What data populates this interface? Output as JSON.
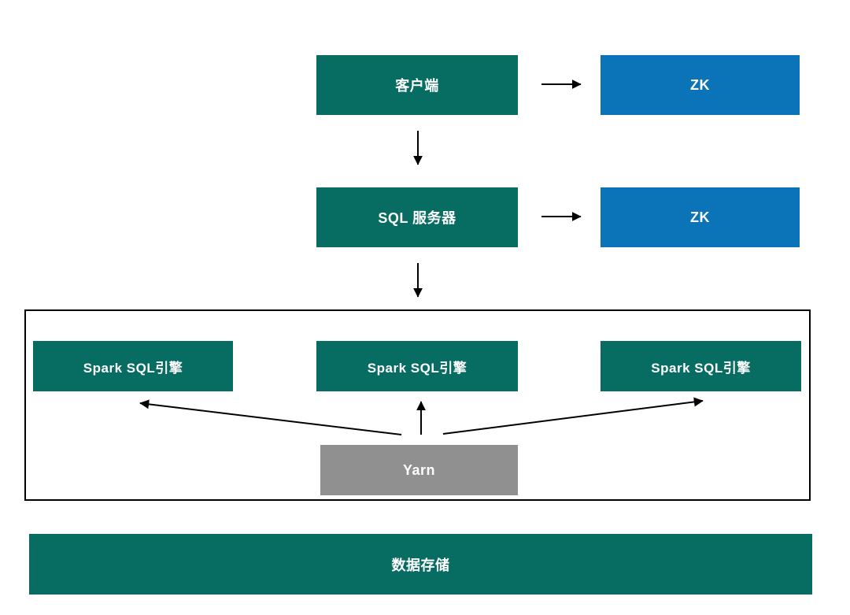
{
  "colors": {
    "node_teal": "#076C61",
    "node_blue": "#0B74B9",
    "node_gray": "#909090",
    "arrow": "#000000",
    "cluster_border": "#000000",
    "background": "#FFFFFF",
    "label_text": "#FFFFFF"
  },
  "nodes": {
    "client": {
      "label": "客户端",
      "color": "teal"
    },
    "zk_top": {
      "label": "ZK",
      "color": "blue"
    },
    "sql_server": {
      "label": "SQL 服务器",
      "color": "teal"
    },
    "zk_mid": {
      "label": "ZK",
      "color": "blue"
    },
    "spark_engine_1": {
      "label": "Spark SQL引擎",
      "color": "teal"
    },
    "spark_engine_2": {
      "label": "Spark SQL引擎",
      "color": "teal"
    },
    "spark_engine_3": {
      "label": "Spark SQL引擎",
      "color": "teal"
    },
    "yarn": {
      "label": "Yarn",
      "color": "gray"
    },
    "data_storage": {
      "label": "数据存储",
      "color": "teal"
    }
  },
  "edges": [
    {
      "from": "client",
      "to": "zk_top",
      "direction": "right"
    },
    {
      "from": "client",
      "to": "sql_server",
      "direction": "down"
    },
    {
      "from": "sql_server",
      "to": "zk_mid",
      "direction": "right"
    },
    {
      "from": "sql_server",
      "to": "engine_cluster",
      "direction": "down"
    },
    {
      "from": "yarn",
      "to": "spark_engine_1",
      "direction": "up-left"
    },
    {
      "from": "yarn",
      "to": "spark_engine_2",
      "direction": "up"
    },
    {
      "from": "yarn",
      "to": "spark_engine_3",
      "direction": "up-right"
    }
  ]
}
